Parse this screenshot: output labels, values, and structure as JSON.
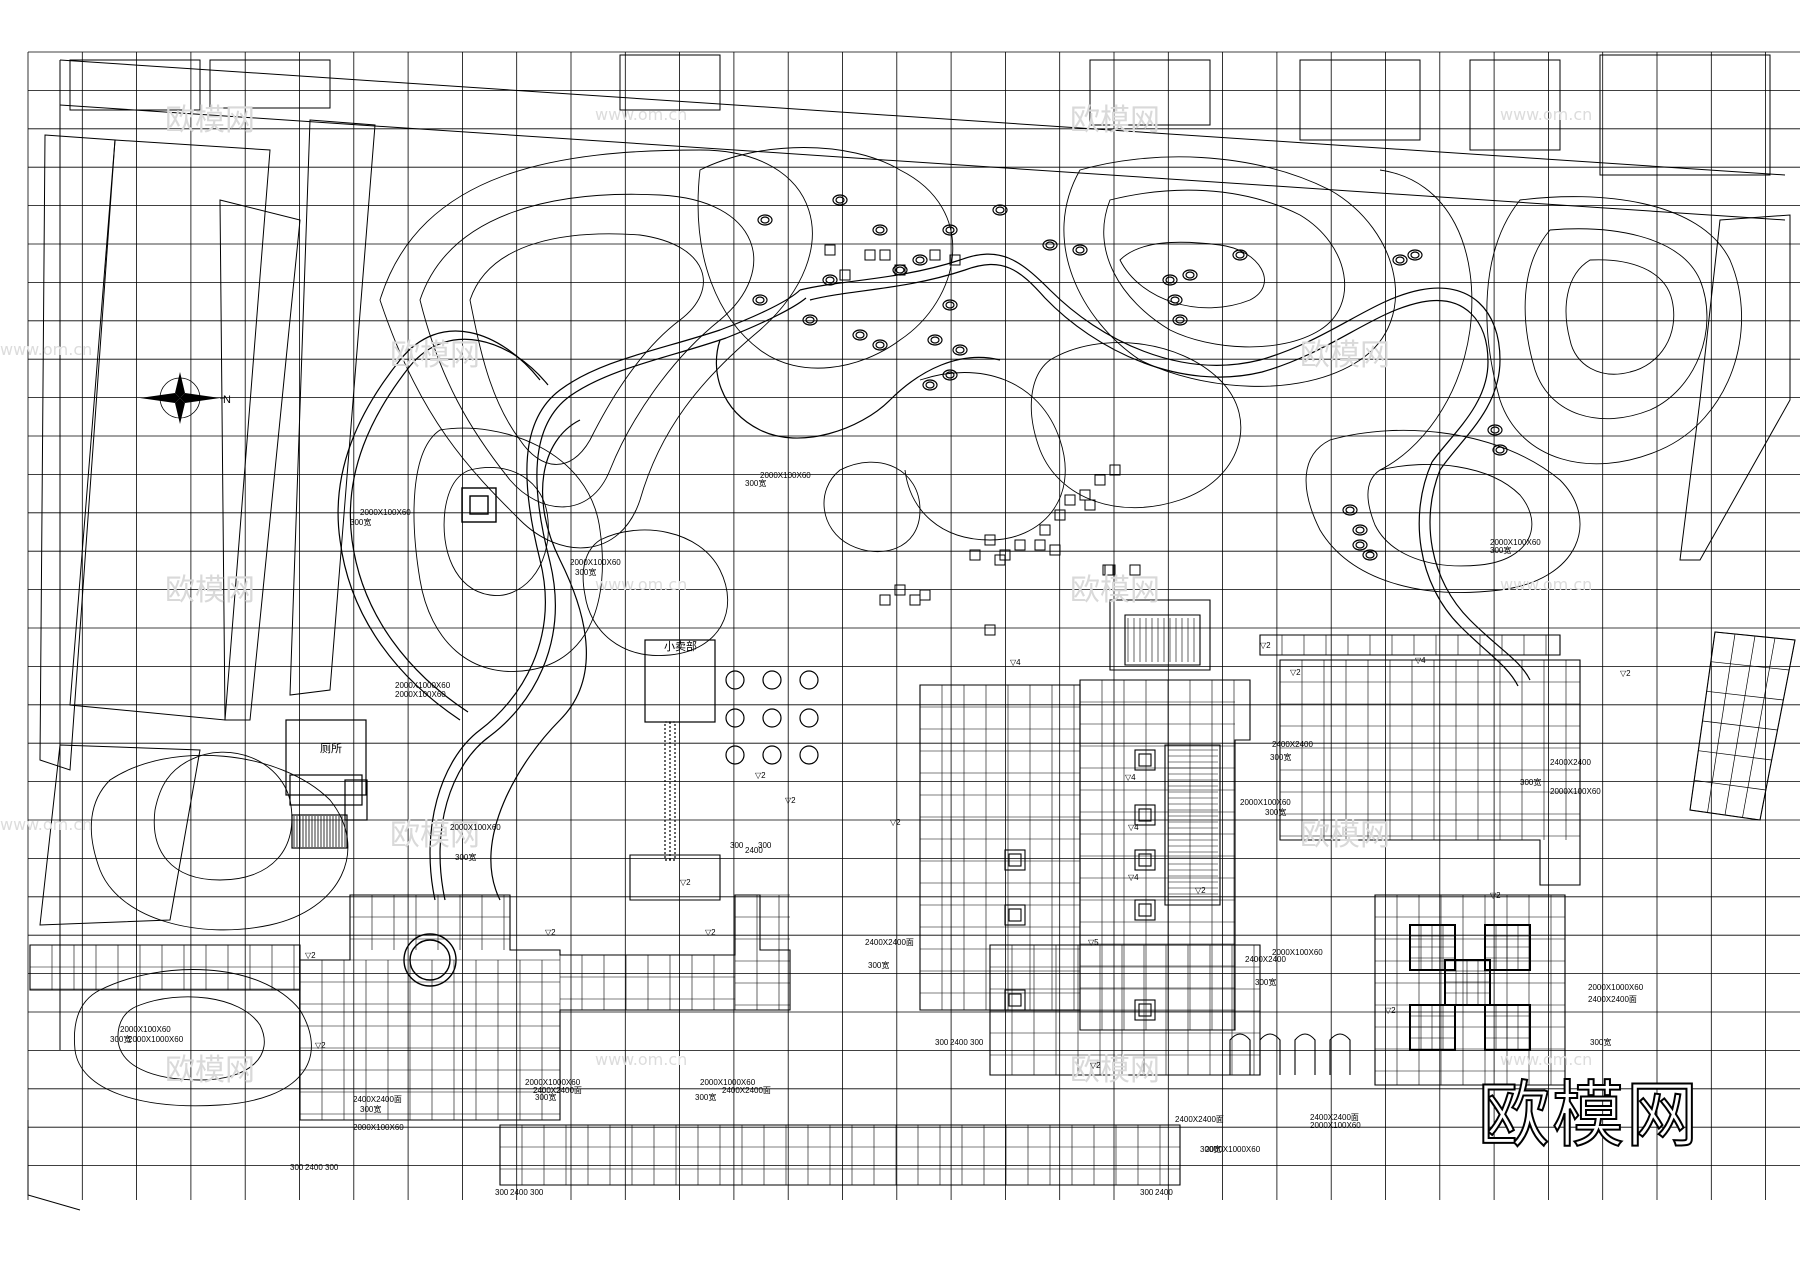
{
  "watermark": {
    "cn": "欧模网",
    "url": "www.om.cn"
  },
  "brand_logo": "欧模网",
  "compass": {
    "north_label": "N"
  },
  "buildings": {
    "pavilion": "小卖部",
    "toilet": "厕所"
  },
  "levels": [
    "▽2",
    "▽4",
    "▽5"
  ],
  "dimensions": [
    "300",
    "2400",
    "300"
  ],
  "paving_notes": [
    "2400X2400",
    "2400X2400面",
    "2000X100X60",
    "300宽",
    "2000X1000X60"
  ]
}
